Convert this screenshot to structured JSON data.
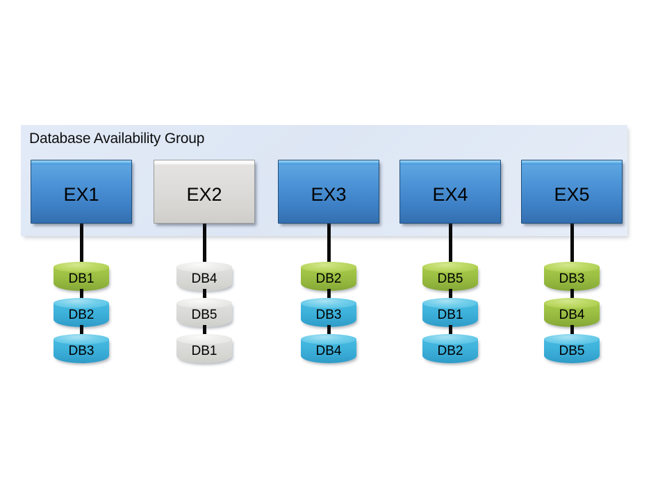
{
  "diagram": {
    "title": "Database Availability Group",
    "colors": {
      "group_background": "#dde6f4",
      "server_active": "#4e95d8",
      "server_offline": "#d6d5d2",
      "db_active": "#9dc144",
      "db_passive": "#3fb3dc",
      "db_offline": "#d4d4d1",
      "connector": "#0a0a0a"
    },
    "servers": [
      {
        "name": "EX1",
        "state": "blue",
        "databases": [
          {
            "name": "DB1",
            "state": "green"
          },
          {
            "name": "DB2",
            "state": "cyan"
          },
          {
            "name": "DB3",
            "state": "cyan"
          }
        ]
      },
      {
        "name": "EX2",
        "state": "grey",
        "databases": [
          {
            "name": "DB4",
            "state": "grey"
          },
          {
            "name": "DB5",
            "state": "grey"
          },
          {
            "name": "DB1",
            "state": "grey"
          }
        ]
      },
      {
        "name": "EX3",
        "state": "blue",
        "databases": [
          {
            "name": "DB2",
            "state": "green"
          },
          {
            "name": "DB3",
            "state": "cyan"
          },
          {
            "name": "DB4",
            "state": "cyan"
          }
        ]
      },
      {
        "name": "EX4",
        "state": "blue",
        "databases": [
          {
            "name": "DB5",
            "state": "green"
          },
          {
            "name": "DB1",
            "state": "cyan"
          },
          {
            "name": "DB2",
            "state": "cyan"
          }
        ]
      },
      {
        "name": "EX5",
        "state": "blue",
        "databases": [
          {
            "name": "DB3",
            "state": "green"
          },
          {
            "name": "DB4",
            "state": "green"
          },
          {
            "name": "DB5",
            "state": "cyan"
          }
        ]
      }
    ]
  }
}
